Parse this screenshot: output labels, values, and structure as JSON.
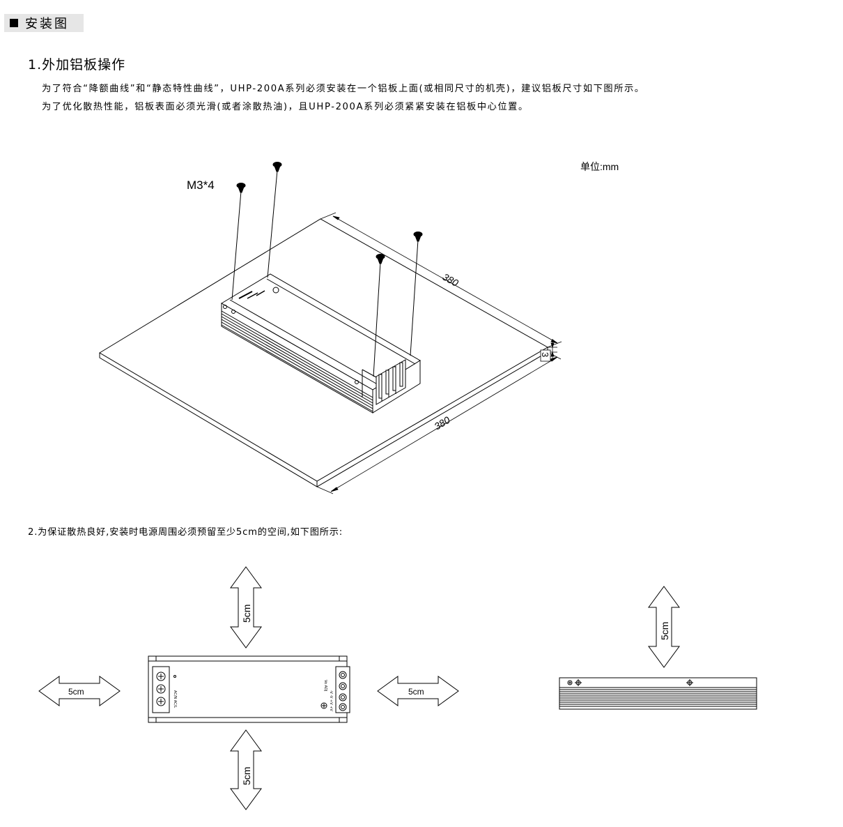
{
  "header": {
    "title": "安装图"
  },
  "step1": {
    "title": "1.外加铝板操作",
    "para1": "为了符合“降额曲线”和“静态特性曲线”，UHP-200A系列必须安装在一个铝板上面(或相同尺寸的机壳)，建议铝板尺寸如下图所示。",
    "para2": "为了优化散热性能，铝板表面必须光滑(或者涂散热油)，且UHP-200A系列必须紧紧安装在铝板中心位置。",
    "screw_label": "M3*4",
    "unit_label": "单位:mm",
    "dim_length_top": "380",
    "dim_length_bottom": "380",
    "dim_thickness": "3"
  },
  "step2": {
    "title": "2.为保证散热良好,安装时电源周围必须预留至少5cm的空间,如下图所示:",
    "clearance_top": "5cm",
    "clearance_bottom": "5cm",
    "clearance_left": "5cm",
    "clearance_right": "5cm",
    "clearance_side_view_top": "5cm"
  }
}
